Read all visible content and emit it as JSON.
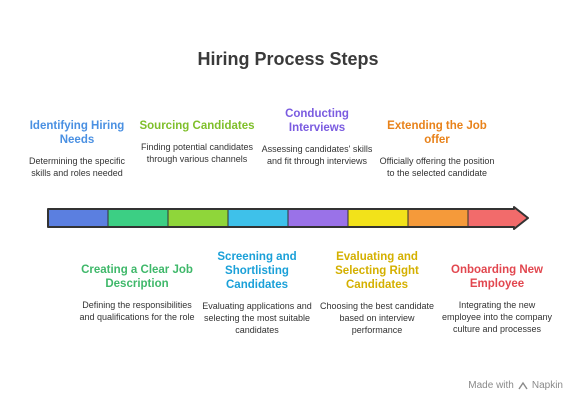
{
  "title": "Hiring Process Steps",
  "colors": {
    "text_dark": "#3a3a3a",
    "outline": "#333333"
  },
  "steps": [
    {
      "heading": "Identifying Hiring Needs",
      "description": "Determining the specific skills and roles needed",
      "color": "#4a90e2",
      "bar": "#5b7fe0"
    },
    {
      "heading": "Creating a Clear Job Description",
      "description": "Defining the responsibilities and qualifications for the role",
      "color": "#3fb86a",
      "bar": "#3ccf84"
    },
    {
      "heading": "Sourcing Candidates",
      "description": "Finding potential candidates through various channels",
      "color": "#7fbf2a",
      "bar": "#8fd63a"
    },
    {
      "heading": "Screening and Shortlisting Candidates",
      "description": "Evaluating applications and selecting the most suitable candidates",
      "color": "#1aa0d8",
      "bar": "#3ec1ea"
    },
    {
      "heading": "Conducting Interviews",
      "description": "Assessing candidates' skills and fit through interviews",
      "color": "#7a5be0",
      "bar": "#9a72e8"
    },
    {
      "heading": "Evaluating and Selecting Right Candidates",
      "description": "Choosing the best candidate based on interview performance",
      "color": "#d4b000",
      "bar": "#f2e21a"
    },
    {
      "heading": "Extending the Job offer",
      "description": "Officially offering the position to the selected candidate",
      "color": "#e8821a",
      "bar": "#f59a3a"
    },
    {
      "heading": "Onboarding New Employee",
      "description": "Integrating the new employee into the company culture and processes",
      "color": "#e2474f",
      "bar": "#f26b6b"
    }
  ],
  "watermark": {
    "prefix": "Made with",
    "brand": "Napkin"
  }
}
